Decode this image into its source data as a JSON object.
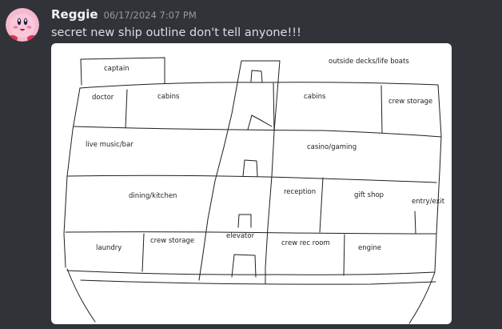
{
  "message": {
    "author": "Reggie",
    "timestamp": "06/17/2024 7:07 PM",
    "text": "secret new ship outline don't tell anyone!!!",
    "avatar_icon": "kirby-avatar-icon",
    "colors": {
      "background": "#313338",
      "username": "#f2f3f5",
      "timestamp": "#949ba4",
      "text": "#dbdee1"
    }
  },
  "drawing": {
    "labels": {
      "captain": "captain",
      "outside_decks": "outside decks/life boats",
      "doctor": "doctor",
      "cabins_left": "cabins",
      "cabins_right": "cabins",
      "crew_storage_top": "crew storage",
      "live_music": "live music/bar",
      "casino": "casino/gaming",
      "dining": "dining/kitchen",
      "reception": "reception",
      "gift_shop": "gift shop",
      "entry_exit": "entry/exit",
      "laundry": "laundry",
      "crew_storage_bottom": "crew storage",
      "elevator": "elevator",
      "crew_rec_room": "crew rec room",
      "engine": "engine"
    }
  }
}
